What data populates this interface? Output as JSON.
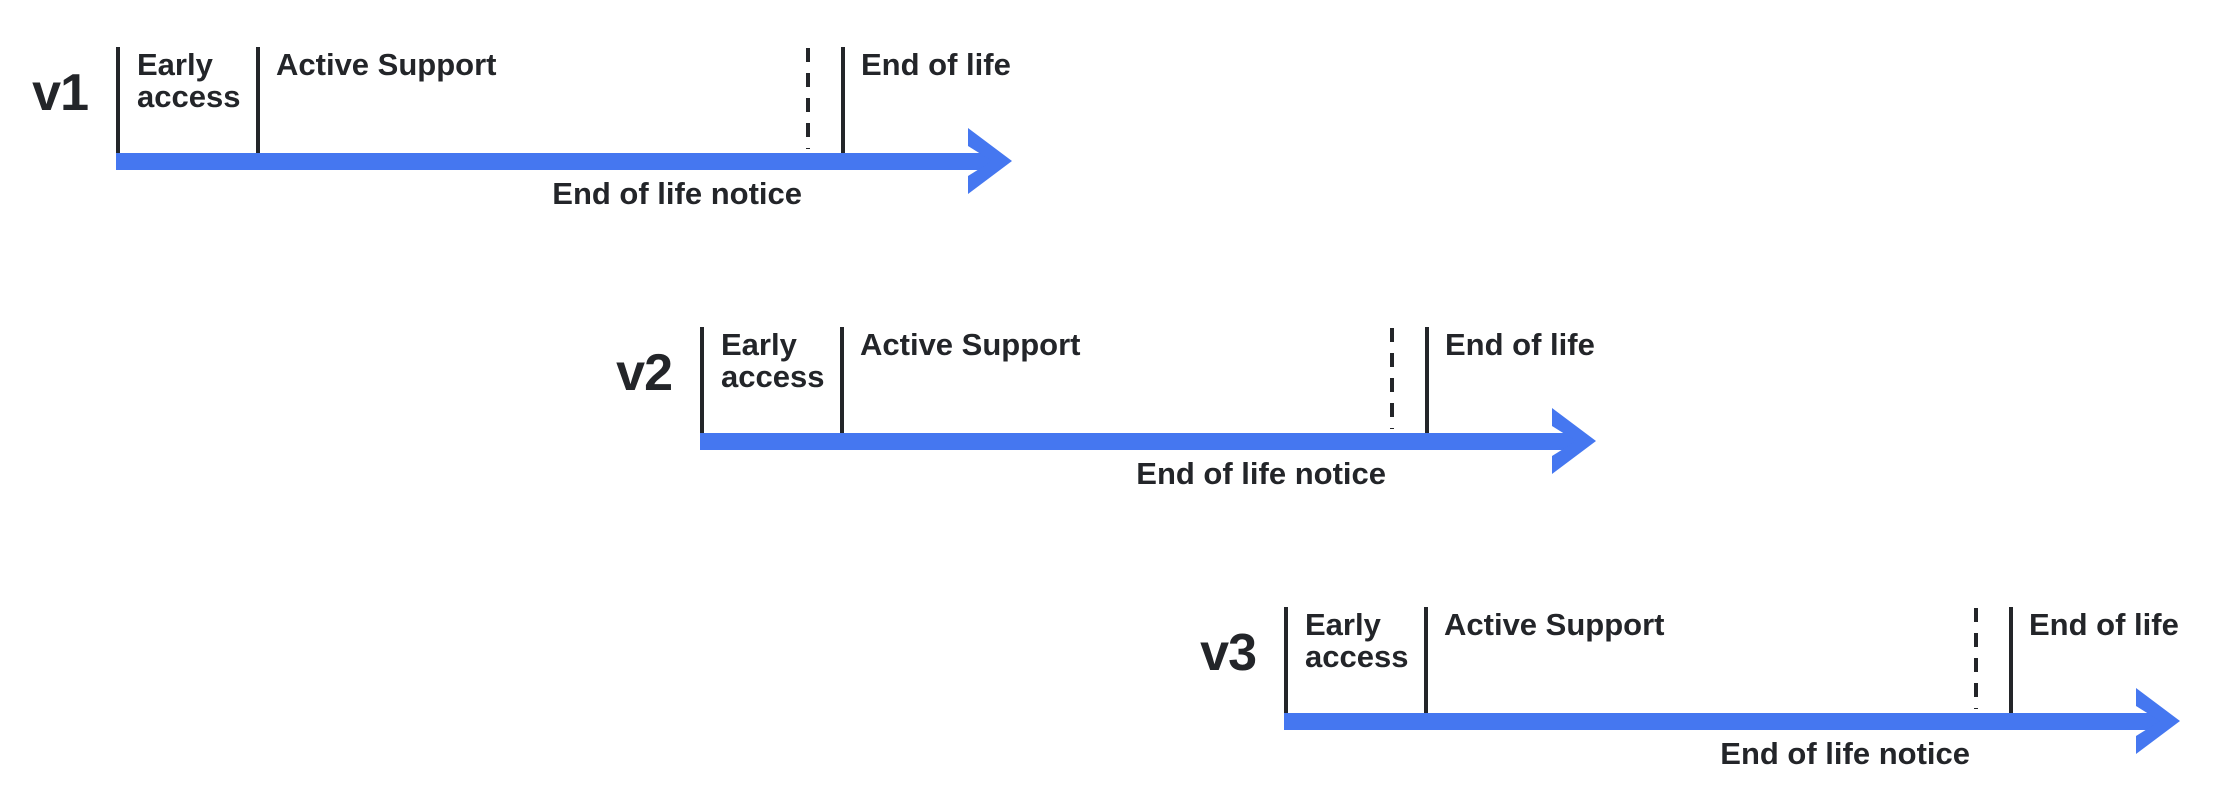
{
  "colors": {
    "ink": "#232529",
    "arrow_blue": "#4577F0",
    "background": "#ffffff"
  },
  "versions": [
    {
      "label": "v1",
      "phases": {
        "early_access": "Early access",
        "active_support": "Active Support",
        "end_of_life": "End of life",
        "end_of_life_notice": "End of life notice"
      }
    },
    {
      "label": "v2",
      "phases": {
        "early_access": "Early access",
        "active_support": "Active Support",
        "end_of_life": "End of life",
        "end_of_life_notice": "End of life notice"
      }
    },
    {
      "label": "v3",
      "phases": {
        "early_access": "Early access",
        "active_support": "Active Support",
        "end_of_life": "End of life",
        "end_of_life_notice": "End of life notice"
      }
    }
  ]
}
